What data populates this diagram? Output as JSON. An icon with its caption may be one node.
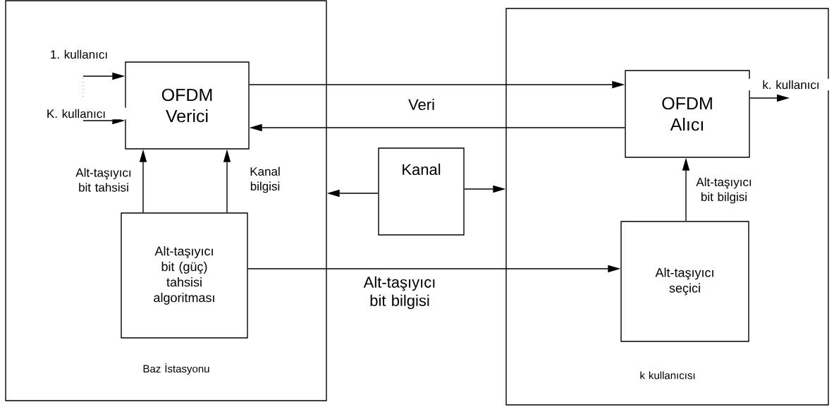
{
  "diagram": {
    "nodes": [
      {
        "text": [
          "Baz İstasyonu"
        ]
      },
      {
        "text": [
          "OFDM Verici"
        ],
        "in": 0
      },
      {
        "text": [
          "Alt-taşıyıcı bit (güç) tahsisi algoritması"
        ],
        "in": 0
      },
      {
        "text": [
          "k kullanıcısı"
        ]
      },
      {
        "text": [
          "OFDM Alıcı"
        ],
        "in": 3
      },
      {
        "text": [
          "Alt-taşıyıcı seçici"
        ],
        "in": 3
      },
      {
        "text": [
          "Kanal"
        ]
      }
    ],
    "edges": [
      {
        "from": null,
        "to": 1,
        "arrow": "to",
        "label": "1. kullanıcı"
      },
      {
        "from": null,
        "to": 1,
        "arrow": "to",
        "label": "K. kullanıcı"
      },
      {
        "from": 1,
        "to": 4,
        "arrow": "to"
      },
      {
        "from": 4,
        "to": 1,
        "arrow": "to"
      },
      {
        "from": 2,
        "to": 1,
        "arrow": "to",
        "label": "Alt-taşıyıcı bit tahsisi"
      },
      {
        "from": 2,
        "to": 1,
        "arrow": "to",
        "label": "Kanal bilgisi"
      },
      {
        "from": 6,
        "to": 0,
        "arrow": "to"
      },
      {
        "from": 6,
        "to": 3,
        "arrow": "to"
      },
      {
        "from": 2,
        "to": 5,
        "arrow": "to",
        "label": "Alt-taşıyıcı bit bilgisi"
      },
      {
        "from": 5,
        "to": 4,
        "arrow": "to",
        "label": "Alt-taşıyıcı bit bilgisi"
      },
      {
        "from": 4,
        "to": null,
        "arrow": "to",
        "label": "k. kullanıcı"
      }
    ],
    "labels": [
      "Veri"
    ]
  }
}
